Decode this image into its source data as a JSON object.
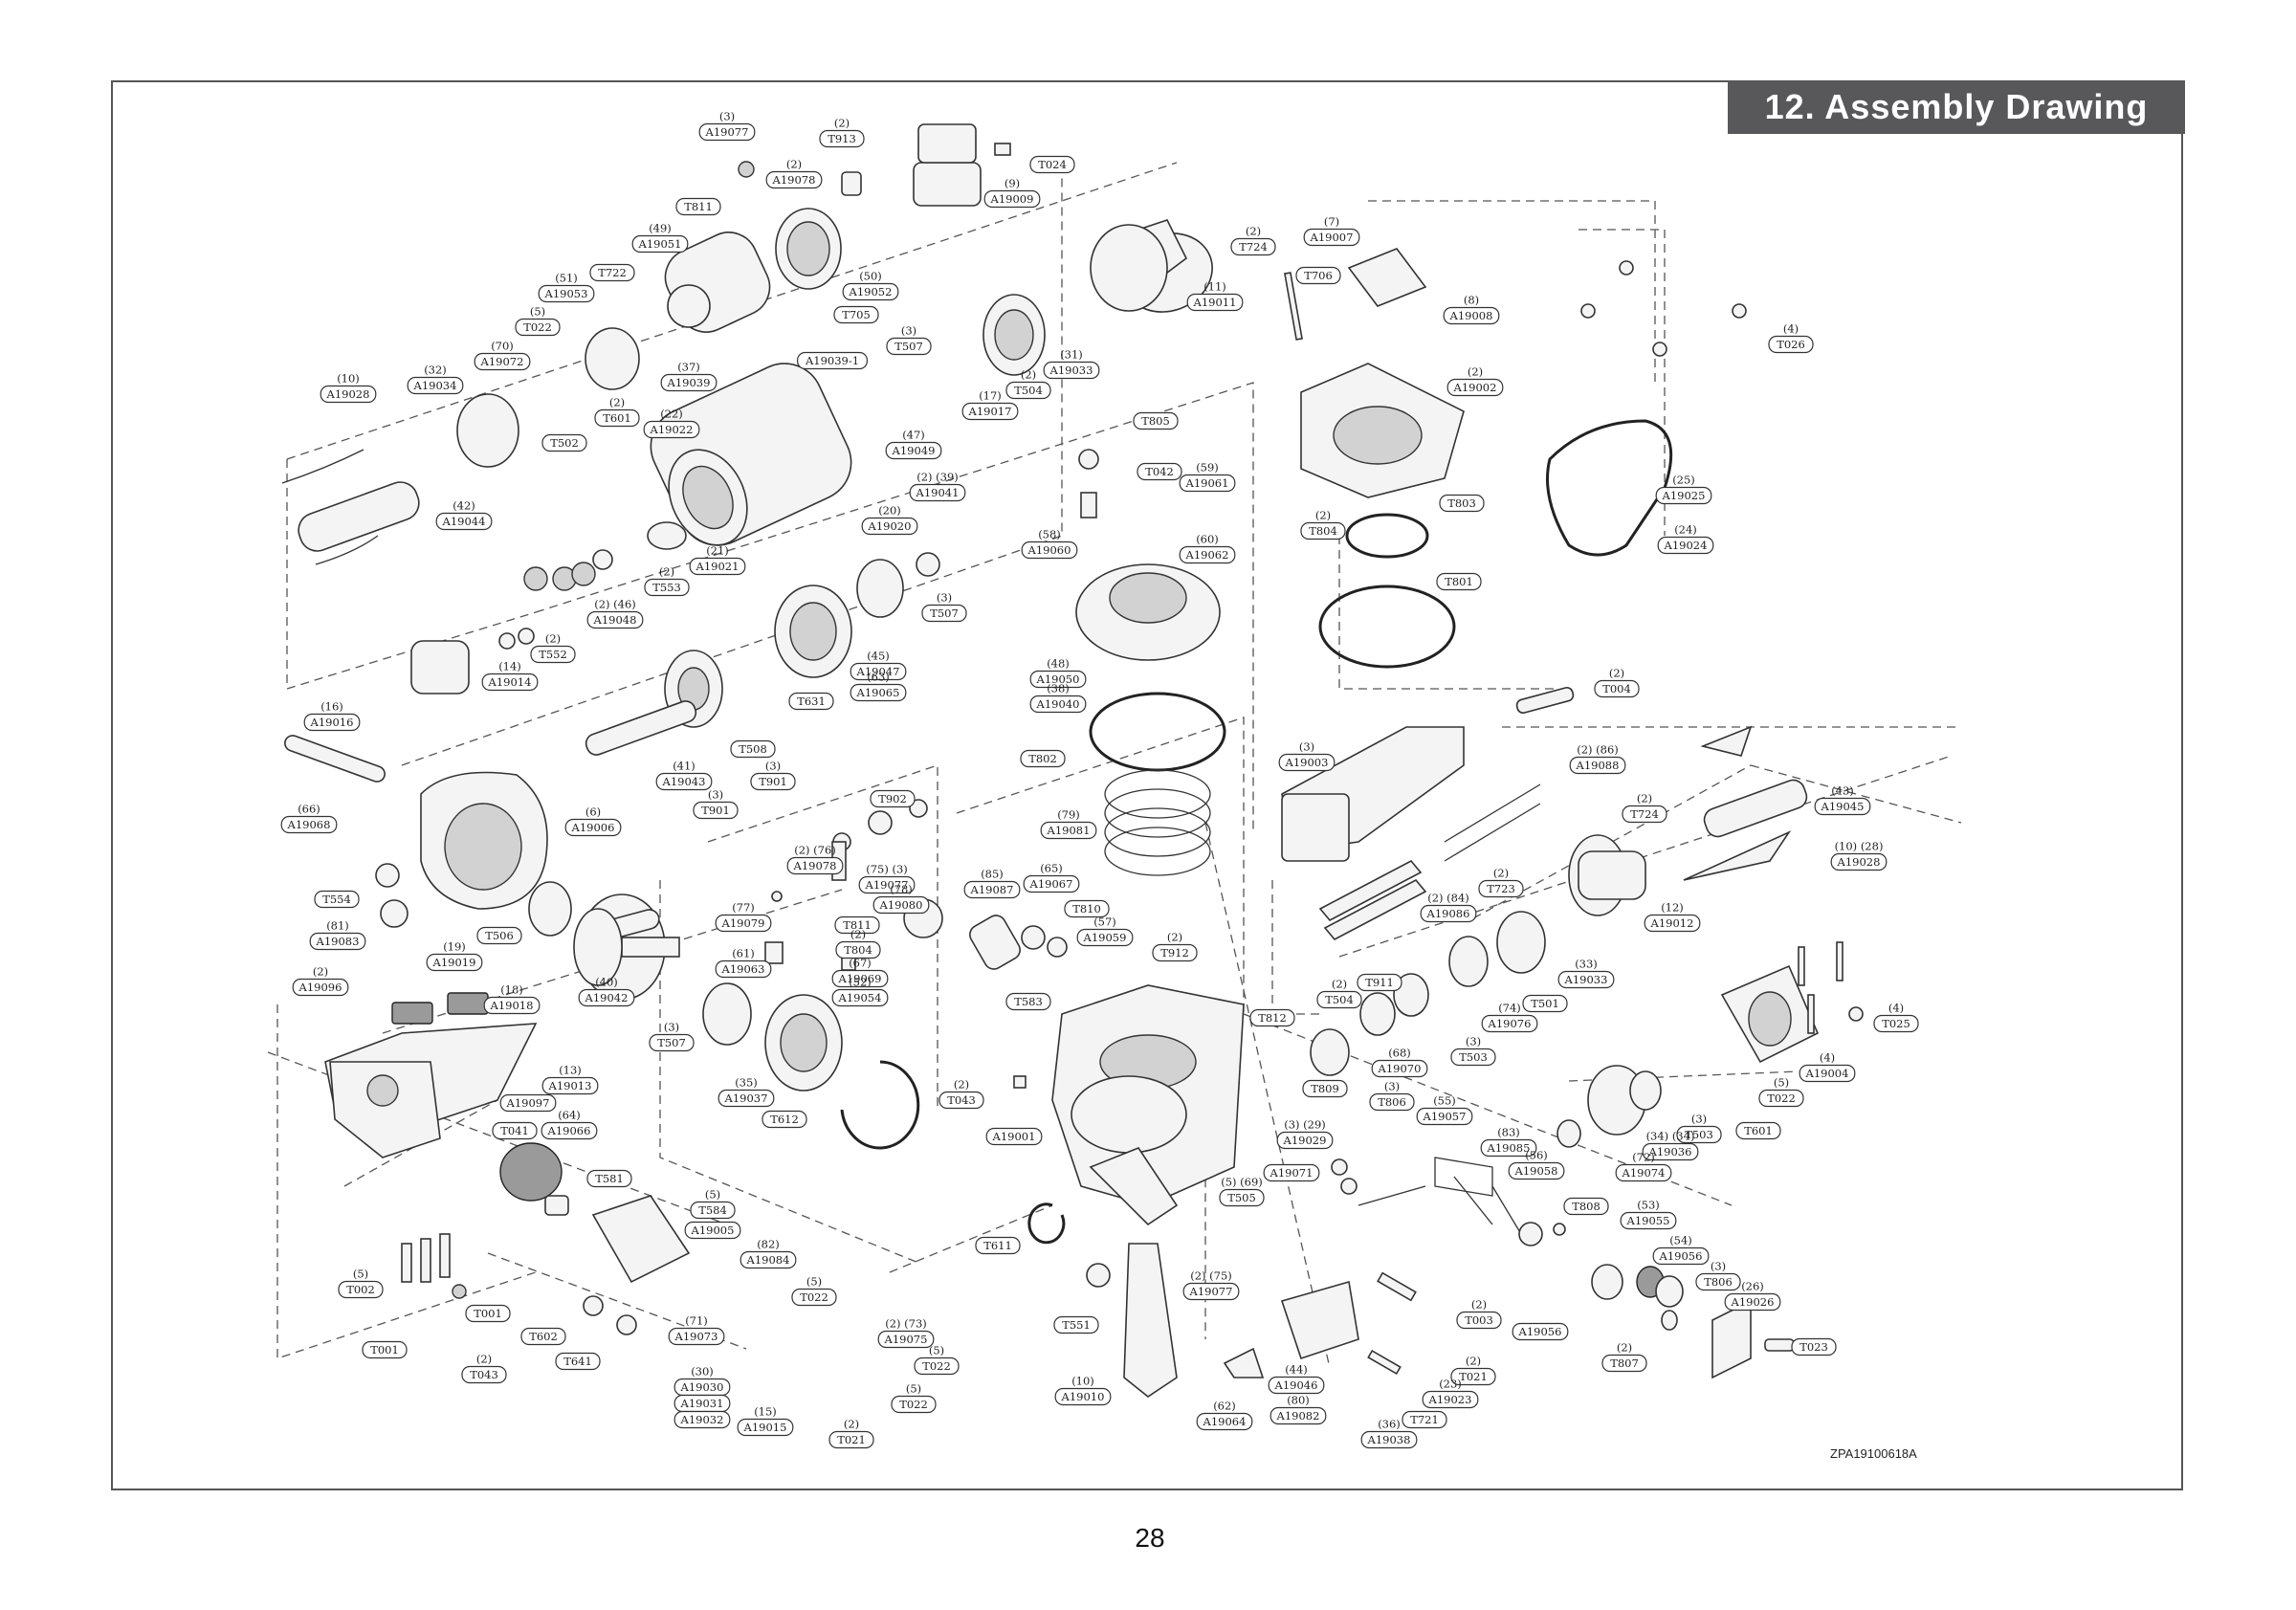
{
  "header": {
    "title": "12. Assembly Drawing"
  },
  "footer": {
    "page_number": "28",
    "document_code": "ZPA19100618A"
  },
  "callouts": [
    {
      "id": "c1",
      "code": "A19077",
      "qty": "(3)"
    },
    {
      "id": "c2",
      "code": "T913",
      "qty": "(2)"
    },
    {
      "id": "c3",
      "code": "T024",
      "qty": ""
    },
    {
      "id": "c4",
      "code": "A19078",
      "qty": "(2)"
    },
    {
      "id": "c5",
      "code": "A19009",
      "qty": "(9)"
    },
    {
      "id": "c6",
      "code": "T811",
      "qty": ""
    },
    {
      "id": "c7",
      "code": "A19051",
      "qty": "(49)"
    },
    {
      "id": "c8",
      "code": "T724",
      "qty": "(2)"
    },
    {
      "id": "c9",
      "code": "A19007",
      "qty": "(7)"
    },
    {
      "id": "c10",
      "code": "T722",
      "qty": ""
    },
    {
      "id": "c11",
      "code": "A19052",
      "qty": "(50)"
    },
    {
      "id": "c12",
      "code": "A19011",
      "qty": "(11)"
    },
    {
      "id": "c13",
      "code": "T706",
      "qty": ""
    },
    {
      "id": "c14",
      "code": "A19053",
      "qty": "(51)"
    },
    {
      "id": "c15",
      "code": "T705",
      "qty": ""
    },
    {
      "id": "c16",
      "code": "A19008",
      "qty": "(8)"
    },
    {
      "id": "c17",
      "code": "T022",
      "qty": "(5)"
    },
    {
      "id": "c18",
      "code": "T507",
      "qty": "(3)"
    },
    {
      "id": "c19",
      "code": "T026",
      "qty": "(4)"
    },
    {
      "id": "c20",
      "code": "A19072",
      "qty": "(70)"
    },
    {
      "id": "c21",
      "code": "A19039-1",
      "qty": ""
    },
    {
      "id": "c22",
      "code": "A19033",
      "qty": "(31)"
    },
    {
      "id": "c23",
      "code": "A19034",
      "qty": "(32)"
    },
    {
      "id": "c24",
      "code": "A19039",
      "qty": "(37)"
    },
    {
      "id": "c25",
      "code": "T504",
      "qty": "(2)"
    },
    {
      "id": "c26",
      "code": "A19002",
      "qty": "(2)"
    },
    {
      "id": "c27",
      "code": "A19028",
      "qty": "(10)"
    },
    {
      "id": "c28",
      "code": "T601",
      "qty": "(2)"
    },
    {
      "id": "c29",
      "code": "A19017",
      "qty": "(17)"
    },
    {
      "id": "c30",
      "code": "A19022",
      "qty": "(22)"
    },
    {
      "id": "c31",
      "code": "T502",
      "qty": ""
    },
    {
      "id": "c32",
      "code": "A19049",
      "qty": "(47)"
    },
    {
      "id": "c33",
      "code": "T805",
      "qty": ""
    },
    {
      "id": "c34",
      "code": "A19025",
      "qty": "(25)"
    },
    {
      "id": "c35",
      "code": "A19041",
      "qty": "(2) (39)"
    },
    {
      "id": "c36",
      "code": "T042",
      "qty": ""
    },
    {
      "id": "c37",
      "code": "A19061",
      "qty": "(59)"
    },
    {
      "id": "c38",
      "code": "T803",
      "qty": ""
    },
    {
      "id": "c39",
      "code": "A19044",
      "qty": "(42)"
    },
    {
      "id": "c40",
      "code": "A19060",
      "qty": "(58)"
    },
    {
      "id": "c41",
      "code": "A19062",
      "qty": "(60)"
    },
    {
      "id": "c42",
      "code": "T804",
      "qty": "(2)"
    },
    {
      "id": "c43",
      "code": "A19024",
      "qty": "(24)"
    },
    {
      "id": "c44",
      "code": "A19020",
      "qty": "(20)"
    },
    {
      "id": "c45",
      "code": "A19021",
      "qty": "(21)"
    },
    {
      "id": "c46",
      "code": "T553",
      "qty": "(2)"
    },
    {
      "id": "c47",
      "code": "T801",
      "qty": ""
    },
    {
      "id": "c48",
      "code": "T507",
      "qty": "(3)"
    },
    {
      "id": "c49",
      "code": "A19048",
      "qty": "(2) (46)"
    },
    {
      "id": "c50",
      "code": "T552",
      "qty": "(2)"
    },
    {
      "id": "c51",
      "code": "A19050",
      "qty": "(48)"
    },
    {
      "id": "c52",
      "code": "A19014",
      "qty": "(14)"
    },
    {
      "id": "c53",
      "code": "A19047",
      "qty": "(45)"
    },
    {
      "id": "c54",
      "code": "A19065",
      "qty": "(63)"
    },
    {
      "id": "c55",
      "code": "T631",
      "qty": ""
    },
    {
      "id": "c56",
      "code": "A19040",
      "qty": "(38)"
    },
    {
      "id": "c57",
      "code": "T004",
      "qty": "(2)"
    },
    {
      "id": "c58",
      "code": "A19016",
      "qty": "(16)"
    },
    {
      "id": "c59",
      "code": "T508",
      "qty": ""
    },
    {
      "id": "c60",
      "code": "T802",
      "qty": ""
    },
    {
      "id": "c61",
      "code": "A19003",
      "qty": "(3)"
    },
    {
      "id": "c62",
      "code": "A19043",
      "qty": "(41)"
    },
    {
      "id": "c63",
      "code": "T901",
      "qty": "(3)"
    },
    {
      "id": "c64",
      "code": "A19088",
      "qty": "(2) (86)"
    },
    {
      "id": "c65",
      "code": "T724",
      "qty": "(2)"
    },
    {
      "id": "c66",
      "code": "A19045",
      "qty": "(43)"
    },
    {
      "id": "c67",
      "code": "T902",
      "qty": ""
    },
    {
      "id": "c68",
      "code": "T901",
      "qty": "(3)"
    },
    {
      "id": "c69",
      "code": "A19081",
      "qty": "(79)"
    },
    {
      "id": "c70",
      "code": "A19068",
      "qty": "(66)"
    },
    {
      "id": "c71",
      "code": "A19006",
      "qty": "(6)"
    },
    {
      "id": "c72",
      "code": "A19078",
      "qty": "(2) (76)"
    },
    {
      "id": "c73",
      "code": "A19077",
      "qty": "(75) (3)"
    },
    {
      "id": "c74",
      "code": "A19028",
      "qty": "(10) (28)"
    },
    {
      "id": "c75",
      "code": "T723",
      "qty": "(2)"
    },
    {
      "id": "c76",
      "code": "A19087",
      "qty": "(85)"
    },
    {
      "id": "c77",
      "code": "A19067",
      "qty": "(65)"
    },
    {
      "id": "c78",
      "code": "T554",
      "qty": ""
    },
    {
      "id": "c79",
      "code": "A19080",
      "qty": "(78)"
    },
    {
      "id": "c80",
      "code": "A19086",
      "qty": "(2) (84)"
    },
    {
      "id": "c81",
      "code": "A19012",
      "qty": "(12)"
    },
    {
      "id": "c82",
      "code": "A19079",
      "qty": "(77)"
    },
    {
      "id": "c83",
      "code": "T810",
      "qty": ""
    },
    {
      "id": "c84",
      "code": "A19083",
      "qty": "(81)"
    },
    {
      "id": "c85",
      "code": "T811",
      "qty": ""
    },
    {
      "id": "c86",
      "code": "A19059",
      "qty": "(57)"
    },
    {
      "id": "c87",
      "code": "T506",
      "qty": ""
    },
    {
      "id": "c88",
      "code": "T804",
      "qty": "(2)"
    },
    {
      "id": "c89",
      "code": "T912",
      "qty": "(2)"
    },
    {
      "id": "c90",
      "code": "A19063",
      "qty": "(61)"
    },
    {
      "id": "c91",
      "code": "A19033",
      "qty": "(33)"
    },
    {
      "id": "c92",
      "code": "A19069",
      "qty": "(67)"
    },
    {
      "id": "c93",
      "code": "A19019",
      "qty": "(19)"
    },
    {
      "id": "c94",
      "code": "A19096",
      "qty": "(2)"
    },
    {
      "id": "c95",
      "code": "A19054",
      "qty": "(52)"
    },
    {
      "id": "c96",
      "code": "T583",
      "qty": ""
    },
    {
      "id": "c97",
      "code": "T911",
      "qty": ""
    },
    {
      "id": "c98",
      "code": "A19042",
      "qty": "(40)"
    },
    {
      "id": "c99",
      "code": "T504",
      "qty": "(2)"
    },
    {
      "id": "c100",
      "code": "T501",
      "qty": ""
    },
    {
      "id": "c101",
      "code": "A19018",
      "qty": "(18)"
    },
    {
      "id": "c102",
      "code": "T812",
      "qty": ""
    },
    {
      "id": "c103",
      "code": "A19076",
      "qty": "(74)"
    },
    {
      "id": "c104",
      "code": "T025",
      "qty": "(4)"
    },
    {
      "id": "c105",
      "code": "T507",
      "qty": "(3)"
    },
    {
      "id": "c106",
      "code": "A19070",
      "qty": "(68)"
    },
    {
      "id": "c107",
      "code": "T503",
      "qty": "(3)"
    },
    {
      "id": "c108",
      "code": "A19004",
      "qty": "(4)"
    },
    {
      "id": "c109",
      "code": "A19013",
      "qty": "(13)"
    },
    {
      "id": "c110",
      "code": "A19037",
      "qty": "(35)"
    },
    {
      "id": "c111",
      "code": "T043",
      "qty": "(2)"
    },
    {
      "id": "c112",
      "code": "T809",
      "qty": ""
    },
    {
      "id": "c113",
      "code": "T806",
      "qty": "(3)"
    },
    {
      "id": "c114",
      "code": "T022",
      "qty": "(5)"
    },
    {
      "id": "c115",
      "code": "A19097",
      "qty": ""
    },
    {
      "id": "c116",
      "code": "A19057",
      "qty": "(55)"
    },
    {
      "id": "c117",
      "code": "T612",
      "qty": ""
    },
    {
      "id": "c118",
      "code": "A19066",
      "qty": "(64)"
    },
    {
      "id": "c119",
      "code": "T041",
      "qty": ""
    },
    {
      "id": "c120",
      "code": "A19001",
      "qty": ""
    },
    {
      "id": "c121",
      "code": "A19029",
      "qty": "(3) (29)"
    },
    {
      "id": "c122",
      "code": "T503",
      "qty": "(3)"
    },
    {
      "id": "c123",
      "code": "T601",
      "qty": ""
    },
    {
      "id": "c124",
      "code": "A19085",
      "qty": "(83)"
    },
    {
      "id": "c125",
      "code": "A19036",
      "qty": "(34) (34)"
    },
    {
      "id": "c126",
      "code": "A19071",
      "qty": ""
    },
    {
      "id": "c127",
      "code": "A19058",
      "qty": "(56)"
    },
    {
      "id": "c128",
      "code": "A19074",
      "qty": "(72)"
    },
    {
      "id": "c129",
      "code": "T581",
      "qty": ""
    },
    {
      "id": "c130",
      "code": "T505",
      "qty": "(5) (69)"
    },
    {
      "id": "c131",
      "code": "T584",
      "qty": "(5)"
    },
    {
      "id": "c132",
      "code": "A19005",
      "qty": ""
    },
    {
      "id": "c133",
      "code": "T808",
      "qty": ""
    },
    {
      "id": "c134",
      "code": "A19055",
      "qty": "(53)"
    },
    {
      "id": "c135",
      "code": "T611",
      "qty": ""
    },
    {
      "id": "c136",
      "code": "A19084",
      "qty": "(82)"
    },
    {
      "id": "c137",
      "code": "A19056",
      "qty": "(54)"
    },
    {
      "id": "c138",
      "code": "T002",
      "qty": "(5)"
    },
    {
      "id": "c139",
      "code": "T022",
      "qty": "(5)"
    },
    {
      "id": "c140",
      "code": "T806",
      "qty": "(3)"
    },
    {
      "id": "c141",
      "code": "A19026",
      "qty": "(26)"
    },
    {
      "id": "c142",
      "code": "A19077",
      "qty": "(2) (75)"
    },
    {
      "id": "c143",
      "code": "T001",
      "qty": ""
    },
    {
      "id": "c144",
      "code": "T551",
      "qty": ""
    },
    {
      "id": "c145",
      "code": "T003",
      "qty": "(2)"
    },
    {
      "id": "c146",
      "code": "A19056",
      "qty": ""
    },
    {
      "id": "c147",
      "code": "A19073",
      "qty": "(71)"
    },
    {
      "id": "c148",
      "code": "T602",
      "qty": ""
    },
    {
      "id": "c149",
      "code": "A19075",
      "qty": "(2) (73)"
    },
    {
      "id": "c150",
      "code": "T023",
      "qty": ""
    },
    {
      "id": "c151",
      "code": "T021",
      "qty": "(2)"
    },
    {
      "id": "c152",
      "code": "T807",
      "qty": "(2)"
    },
    {
      "id": "c153",
      "code": "T001",
      "qty": ""
    },
    {
      "id": "c154",
      "code": "T022",
      "qty": "(5)"
    },
    {
      "id": "c155",
      "code": "A19046",
      "qty": "(44)"
    },
    {
      "id": "c156",
      "code": "T641",
      "qty": ""
    },
    {
      "id": "c157",
      "code": "T043",
      "qty": "(2)"
    },
    {
      "id": "c158",
      "code": "A19030",
      "qty": "(30)"
    },
    {
      "id": "c159",
      "code": "A19031",
      "qty": ""
    },
    {
      "id": "c160",
      "code": "A19032",
      "qty": ""
    },
    {
      "id": "c161",
      "code": "T022",
      "qty": "(5)"
    },
    {
      "id": "c162",
      "code": "A19010",
      "qty": "(10)"
    },
    {
      "id": "c163",
      "code": "A19023",
      "qty": "(23)"
    },
    {
      "id": "c164",
      "code": "A19082",
      "qty": "(80)"
    },
    {
      "id": "c165",
      "code": "T721",
      "qty": ""
    },
    {
      "id": "c166",
      "code": "A19015",
      "qty": "(15)"
    },
    {
      "id": "c167",
      "code": "T021",
      "qty": "(2)"
    },
    {
      "id": "c168",
      "code": "A19064",
      "qty": "(62)"
    },
    {
      "id": "c169",
      "code": "A19038",
      "qty": "(36)"
    }
  ]
}
